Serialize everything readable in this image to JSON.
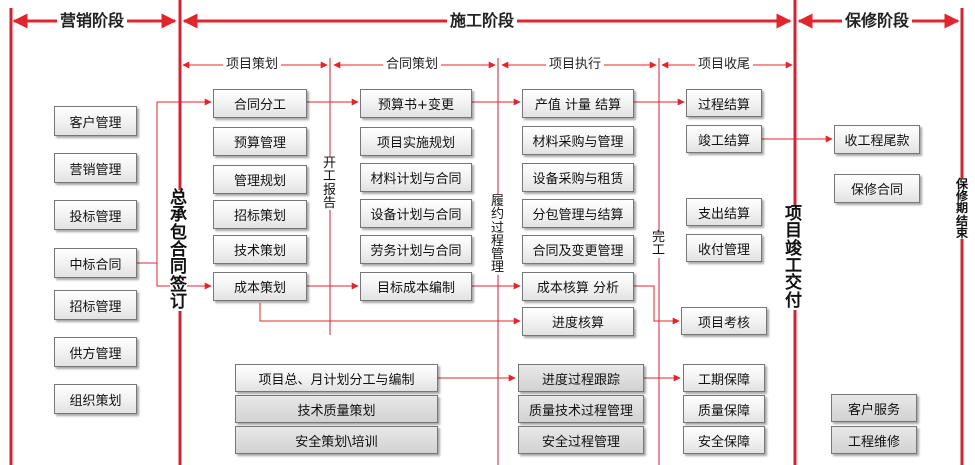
{
  "phases": {
    "marketing": "营销阶段",
    "construction": "施工阶段",
    "warranty": "保修阶段"
  },
  "subphases": {
    "project_planning": "项目策划",
    "contract_planning": "合同策划",
    "project_execution": "项目执行",
    "project_closeout": "项目收尾"
  },
  "vertical_labels": {
    "general_contract": "总承包合同签订",
    "commencement": "开工报告",
    "performance": "履约过程管理",
    "completion": "完工",
    "handover": "项目竣工交付",
    "warranty_end": "保修期结束"
  },
  "marketing": [
    "客户管理",
    "营销管理",
    "投标管理",
    "中标合同",
    "招标管理",
    "供方管理",
    "组织策划"
  ],
  "planning": [
    "合同分工",
    "预算管理",
    "管理规划",
    "招标策划",
    "技术策划",
    "成本策划"
  ],
  "contract": [
    "预算书+变更",
    "项目实施规划",
    "材料计划与合同",
    "设备计划与合同",
    "劳务计划与合同",
    "目标成本编制"
  ],
  "execution": [
    "产值 计量 结算",
    "材料采购与管理",
    "设备采购与租赁",
    "分包管理与结算",
    "合同及变更管理",
    "成本核算 分析",
    "进度核算"
  ],
  "closeout": [
    "过程结算",
    "竣工结算",
    "支出结算",
    "收付管理",
    "项目考核"
  ],
  "warranty": [
    "收工程尾款",
    "保修合同",
    "客户服务",
    "工程维修"
  ],
  "bottom_left": [
    "项目总、月计划分工与编制",
    "技术质量策划",
    "安全策划\\培训"
  ],
  "bottom_mid": [
    "进度过程跟踪",
    "质量技术过程管理",
    "安全过程管理"
  ],
  "bottom_right": [
    "工期保障",
    "质量保障",
    "安全保障"
  ],
  "colors": {
    "arrow": "#e0262c",
    "gridline": "#cf2530"
  }
}
